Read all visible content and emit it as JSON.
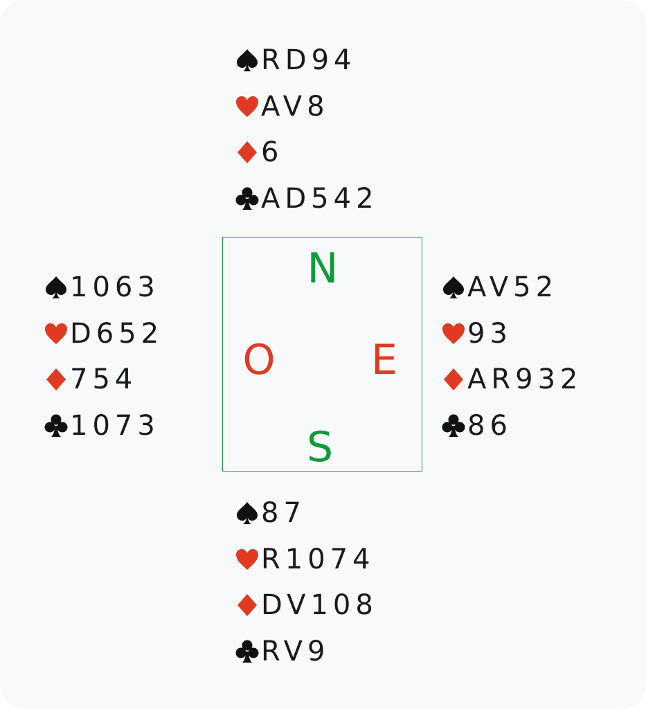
{
  "colors": {
    "black_suit": "#111111",
    "red_suit": "#e03a22",
    "ns_label": "#109a3a",
    "ew_label": "#e03a22",
    "compass_border": "#1a9b3c",
    "background": "#f8f9fa"
  },
  "compass": {
    "north": "N",
    "south": "S",
    "west": "O",
    "east": "E"
  },
  "hands": {
    "north": {
      "spades": "RD94",
      "hearts": "AV8",
      "diamonds": "6",
      "clubs": "AD542"
    },
    "west": {
      "spades": "1063",
      "hearts": "D652",
      "diamonds": "754",
      "clubs": "1073"
    },
    "east": {
      "spades": "AV52",
      "hearts": "93",
      "diamonds": "AR932",
      "clubs": "86"
    },
    "south": {
      "spades": "87",
      "hearts": "R1074",
      "diamonds": "DV108",
      "clubs": "RV9"
    }
  },
  "suit_icons": {
    "spades": "spade-icon",
    "hearts": "heart-icon",
    "diamonds": "diamond-icon",
    "clubs": "club-icon"
  }
}
